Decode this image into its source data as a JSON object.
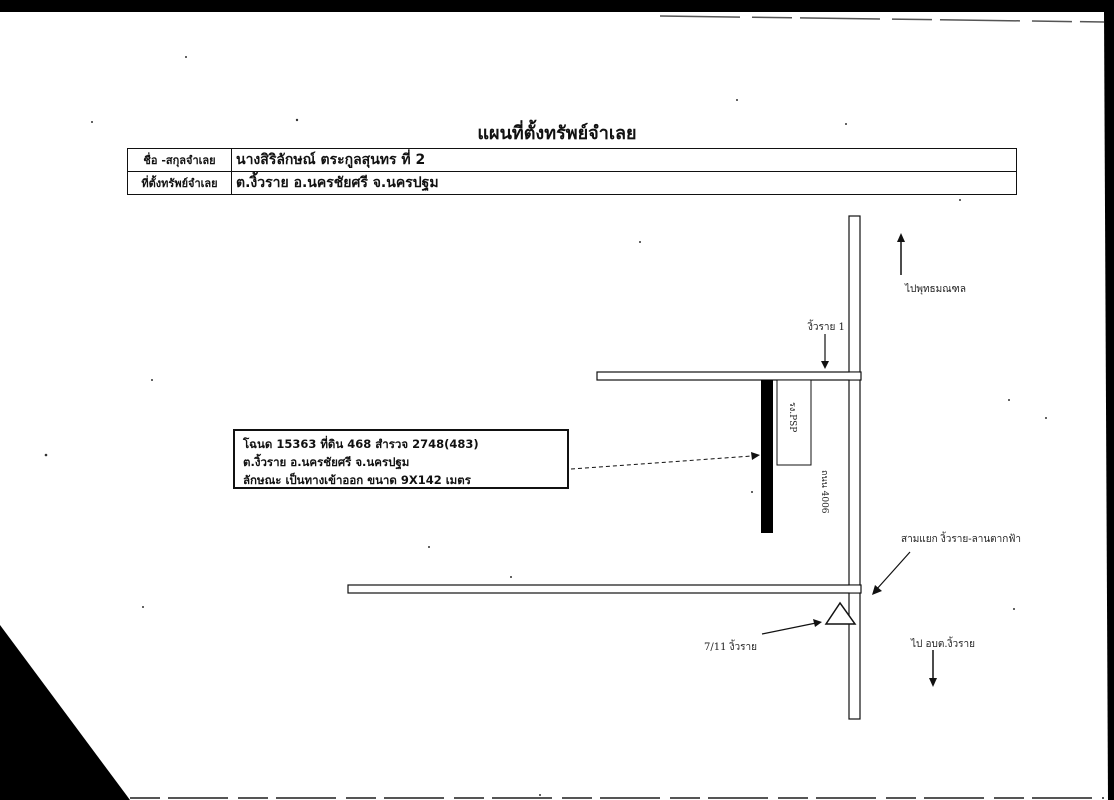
{
  "header": {
    "title": "แผนที่ตั้งทรัพย์จำเลย",
    "rows": [
      {
        "label": "ชื่อ -สกุลจำเลย",
        "value": "นางสิริลักษณ์  ตระกูลสุนทร ที่ 2"
      },
      {
        "label": "ที่ตั้งทรัพย์จำเลย",
        "value": "ต.งิ้วราย  อ.นครชัยศรี  จ.นครปฐม"
      }
    ]
  },
  "map_labels": {
    "to_north": "ไปพุทธมณฑล",
    "soi_1": "งิ้วราย 1",
    "road": "ถนน 4006",
    "plot_tag": "รง.PSP",
    "intersection": "สามแยก งิ้วราย-ลานตากฟ้า",
    "store": "7/11 งิ้วราย",
    "to_south": "ไป อบต.งิ้วราย"
  },
  "property_note": {
    "line1": "โฉนด 15363 ที่ดิน 468 สำรวจ 2748(483)",
    "line2": "ต.งิ้วราย อ.นครชัยศรี จ.นครปฐม",
    "line3": "ลักษณะ เป็นทางเข้าออก ขนาด 9X142 เมตร"
  },
  "colors": {
    "ink": "#111111",
    "paper": "#ffffff",
    "scan_shadow": "#000000"
  }
}
